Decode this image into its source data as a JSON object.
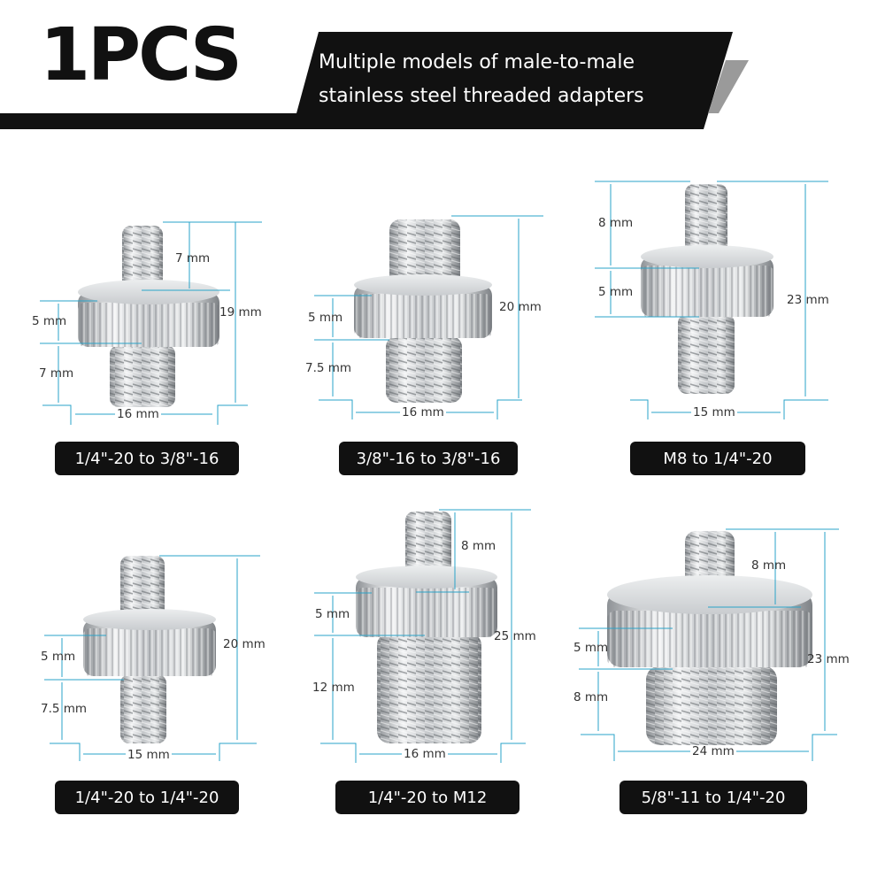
{
  "banner": {
    "quantity": "1PCS",
    "line1": "Multiple models of male-to-male",
    "line2": "stainless steel threaded adapters"
  },
  "products": [
    {
      "name": "1/4\"-20 to 3/8\"-16",
      "dims": {
        "top": "7 mm",
        "flange": "5 mm",
        "bottom": "7 mm",
        "height": "19 mm",
        "width": "16 mm"
      }
    },
    {
      "name": "3/8\"-16 to 3/8\"-16",
      "dims": {
        "flange": "5 mm",
        "bottom": "7.5 mm",
        "height": "20 mm",
        "width": "16 mm"
      }
    },
    {
      "name": "M8 to 1/4\"-20",
      "dims": {
        "top": "8 mm",
        "flange": "5 mm",
        "height": "23 mm",
        "width": "15 mm"
      }
    },
    {
      "name": "1/4\"-20 to 1/4\"-20",
      "dims": {
        "flange": "5 mm",
        "bottom": "7.5 mm",
        "height": "20 mm",
        "width": "15 mm"
      }
    },
    {
      "name": "1/4\"-20 to M12",
      "dims": {
        "top": "8 mm",
        "flange": "5 mm",
        "bottom": "12 mm",
        "height": "25 mm",
        "width": "16 mm"
      }
    },
    {
      "name": "5/8\"-11 to 1/4\"-20",
      "dims": {
        "top": "8 mm",
        "flange": "5 mm",
        "bottom": "8 mm",
        "height": "23 mm",
        "width": "24 mm"
      }
    }
  ],
  "colors": {
    "banner_bg": "#111111",
    "dimension_line": "#2aa3c8",
    "label_bg": "#111111",
    "steel_light": "#f2f3f4",
    "steel_dark": "#8e9296"
  }
}
